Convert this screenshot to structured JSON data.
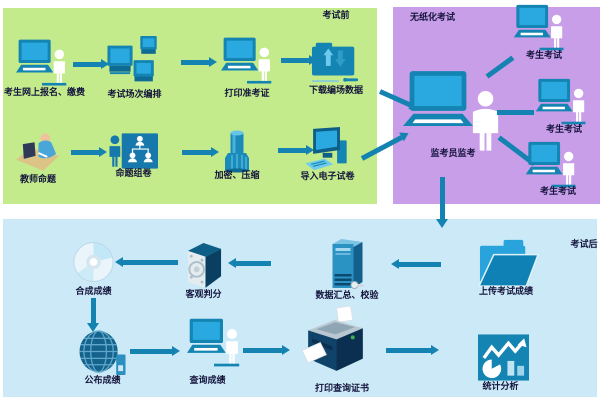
{
  "region_labels": {
    "pre_exam": "考试前",
    "paperless": "无纸化考试",
    "post_exam": "考试后"
  },
  "pre_exam": {
    "row1": [
      "考生网上报名、缴费",
      "考试场次编排",
      "打印准考证",
      "下载编场数据"
    ],
    "row2": [
      "教师命题",
      "命题组卷",
      "加密、压缩",
      "导入电子试卷"
    ]
  },
  "paperless": {
    "invigilator": "监考员监考",
    "students": [
      "考生考试",
      "考生考试",
      "考生考试"
    ]
  },
  "post_exam": {
    "row1": [
      "合成成绩",
      "客观判分",
      "数据汇总、校验",
      "上传考试成绩"
    ],
    "row2": [
      "公布成绩",
      "查询成绩",
      "打印查询证书",
      "统计分析"
    ]
  },
  "icons": {
    "register": "laptop-user-icon",
    "scheduling": "computer-group-icon",
    "print_ticket": "laptop-user-icon",
    "download_data": "folder-sync-icon",
    "teacher": "teacher-desk-icon",
    "assemble_paper": "org-chart-icon",
    "encrypt_compress": "compress-bottle-icon",
    "import_paper": "desktop-computer-icon",
    "invigilate": "big-laptop-icon person-icon",
    "student_exam": "laptop-user-icon",
    "merge_scores": "cd-disc-icon",
    "objective_scoring": "cube-speaker-icon",
    "data_verify": "server-key-icon",
    "upload_scores": "open-folder-icon",
    "publish_scores": "globe-icon",
    "query_scores": "laptop-user-icon",
    "print_certificate": "printer-icon",
    "statistics": "chart-analysis-icon"
  },
  "colors": {
    "pre_exam_bg": "#c3eb8c",
    "paperless_bg": "#c99ee8",
    "post_exam_bg": "#cbe9f7",
    "accent_teal": "#1583b1",
    "screen_blue": "#2aa9e0",
    "dark_navy": "#0d5f88",
    "text": "#14143c"
  }
}
